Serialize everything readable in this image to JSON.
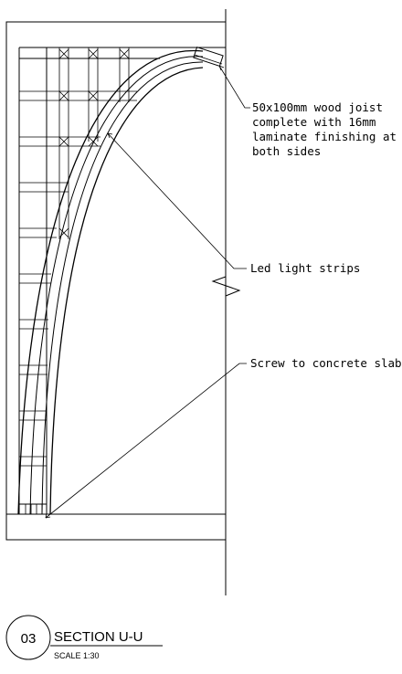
{
  "annotations": {
    "joist": [
      "50x100mm wood joist",
      "complete with 16mm",
      "laminate finishing at",
      "both sides"
    ],
    "led": "Led light strips",
    "screw": "Screw to concrete slab"
  },
  "title_block": {
    "number": "03",
    "title": "SECTION U-U",
    "scale": "SCALE 1:30"
  }
}
